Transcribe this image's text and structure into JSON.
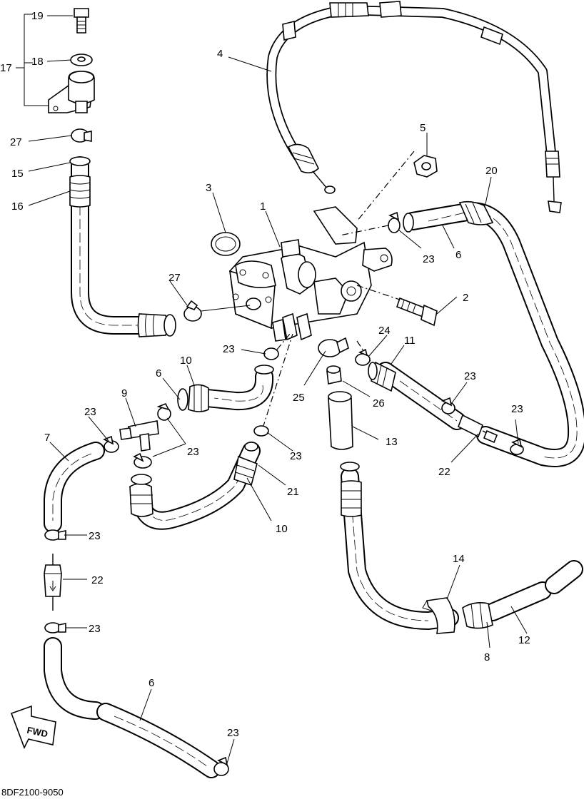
{
  "diagram": {
    "part_numbers": [
      {
        "key": "19",
        "text": "19"
      },
      {
        "key": "18",
        "text": "18"
      },
      {
        "key": "17",
        "text": "17"
      },
      {
        "key": "27a",
        "text": "27"
      },
      {
        "key": "15",
        "text": "15"
      },
      {
        "key": "16",
        "text": "16"
      },
      {
        "key": "4",
        "text": "4"
      },
      {
        "key": "5",
        "text": "5"
      },
      {
        "key": "20",
        "text": "20"
      },
      {
        "key": "3",
        "text": "3"
      },
      {
        "key": "1",
        "text": "1"
      },
      {
        "key": "23a",
        "text": "23"
      },
      {
        "key": "6a",
        "text": "6"
      },
      {
        "key": "27b",
        "text": "27"
      },
      {
        "key": "2",
        "text": "2"
      },
      {
        "key": "23b",
        "text": "23"
      },
      {
        "key": "10a",
        "text": "10"
      },
      {
        "key": "24",
        "text": "24"
      },
      {
        "key": "11",
        "text": "11"
      },
      {
        "key": "6b",
        "text": "6"
      },
      {
        "key": "9",
        "text": "9"
      },
      {
        "key": "25",
        "text": "25"
      },
      {
        "key": "26",
        "text": "26"
      },
      {
        "key": "23c",
        "text": "23"
      },
      {
        "key": "23d",
        "text": "23"
      },
      {
        "key": "23e",
        "text": "23"
      },
      {
        "key": "7",
        "text": "7"
      },
      {
        "key": "23f",
        "text": "23"
      },
      {
        "key": "13",
        "text": "13"
      },
      {
        "key": "23g",
        "text": "23"
      },
      {
        "key": "22a",
        "text": "22"
      },
      {
        "key": "21",
        "text": "21"
      },
      {
        "key": "10b",
        "text": "10"
      },
      {
        "key": "23h",
        "text": "23"
      },
      {
        "key": "14",
        "text": "14"
      },
      {
        "key": "22b",
        "text": "22"
      },
      {
        "key": "23i",
        "text": "23"
      },
      {
        "key": "12",
        "text": "12"
      },
      {
        "key": "8",
        "text": "8"
      },
      {
        "key": "6c",
        "text": "6"
      },
      {
        "key": "23j",
        "text": "23"
      }
    ],
    "fwd_arrow_text": "FWD",
    "drawing_code": "8DF2100-9050"
  }
}
